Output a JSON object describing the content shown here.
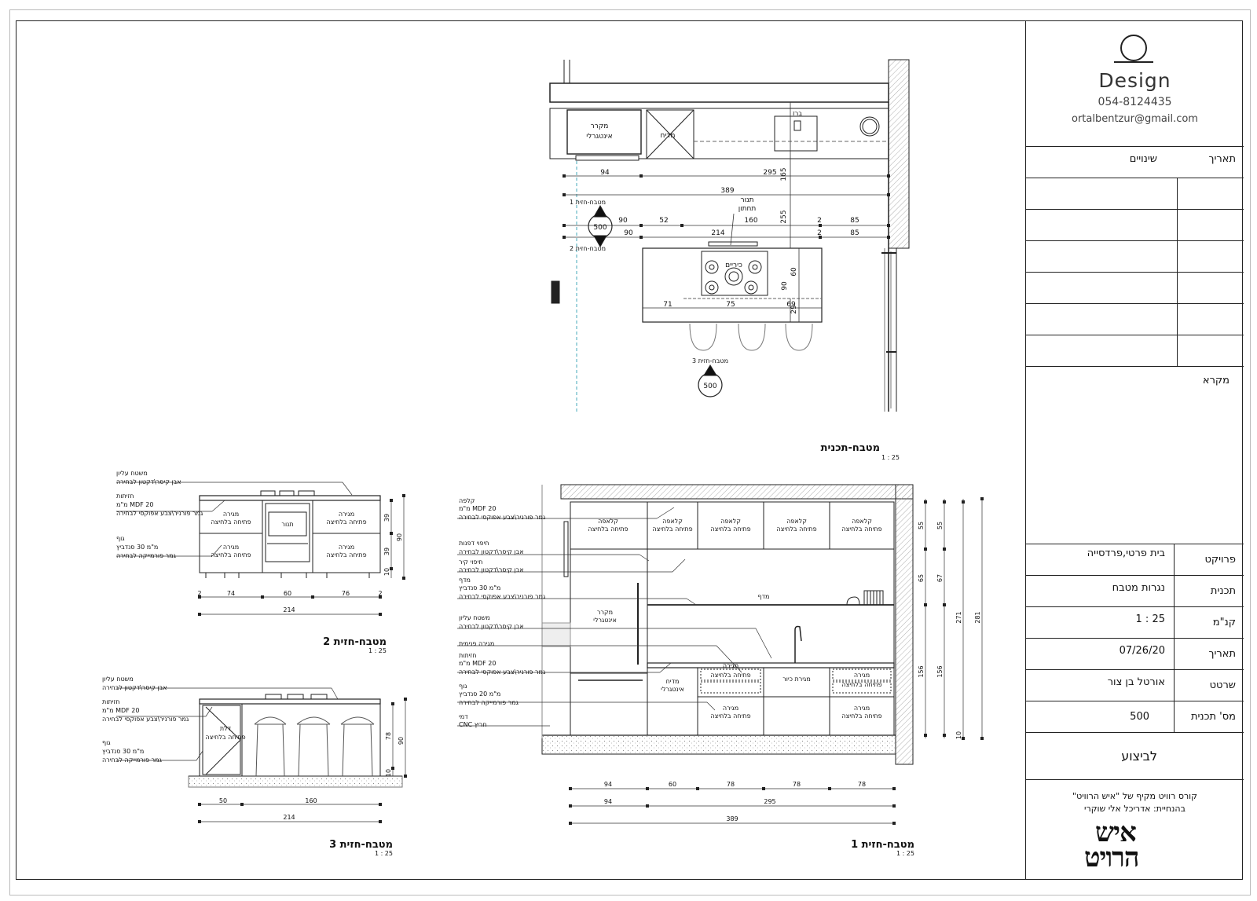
{
  "title_block": {
    "logo_text": "Design",
    "phone": "054-8124435",
    "email": "ortalbentzur@gmail.com",
    "revisions_header": {
      "date": "תאריך",
      "changes": "שינויים"
    },
    "legend_label": "מקרא",
    "rows": [
      {
        "label": "פרויקט",
        "value": "בית פרטי,פרדסייה"
      },
      {
        "label": "תכנית",
        "value": "נגרות מטבח"
      },
      {
        "label": "קנ\"מ",
        "value": "1 : 25"
      },
      {
        "label": "תאריך",
        "value": "07/26/20"
      },
      {
        "label": "שרטט",
        "value": "אורטל בן צור"
      },
      {
        "label": "מס' תכנית",
        "value": "500"
      }
    ],
    "status": "לביצוע",
    "course_line1": "קורס רוויט מקיף של \"איש הרוויט\"",
    "course_line2": "בהנחיית: אדריכל אלי שוקרי",
    "course_logo_1": "איש",
    "course_logo_2": "הרויט"
  },
  "plan": {
    "title": "מטבח-תכנית",
    "scale": "1 : 25",
    "fridge_label_1": "מקרר",
    "fridge_label_2": "אינטגרלי",
    "dishwasher": "מדיח",
    "tap": "ברז",
    "oven_1": "תנור",
    "oven_2": "תחתון",
    "hob": "כיריים",
    "view1_label": "מטבח-חזית 1",
    "view2_label": "מטבח-חזית 2",
    "view3_label": "מטבח-חזית 3",
    "view_marker": "500",
    "dims": {
      "d94": "94",
      "d295": "295",
      "d389": "389",
      "d90a": "90",
      "d52": "52",
      "d160": "160",
      "d2a": "2",
      "d85a": "85",
      "d90b": "90",
      "d214": "214",
      "d2b": "2",
      "d85b": "85",
      "d165": "165",
      "d255": "255",
      "d60": "60",
      "d90c": "90",
      "d71": "71",
      "d75": "75",
      "d69": "69",
      "d29": "29"
    }
  },
  "elev2": {
    "title": "מטבח-חזית 2",
    "scale": "1 : 25",
    "notes": [
      {
        "l1": "משטח עליון",
        "l2": "אבן קיסר\\דקטון לבחירה"
      },
      {
        "l1": "חזיתות",
        "l2": "מ\"מ MDF 20",
        "l3": "גמר פורניר\\צבע אפוקסי לבחירה"
      },
      {
        "l1": "גוף",
        "l2": "מ\"מ 30 סנדביץ",
        "l3": "גמר פורמייקה לבחירה"
      }
    ],
    "drawer1": "מגירה",
    "drawer2": "פתיחה בלחיצה",
    "oven": "תנור",
    "dims": {
      "a": "2",
      "b": "74",
      "c": "60",
      "d": "76",
      "e": "2",
      "total": "214",
      "h39a": "39",
      "h39b": "39",
      "h10": "10",
      "h90": "90"
    }
  },
  "elev3": {
    "title": "מטבח-חזית 3",
    "scale": "1 : 25",
    "notes": [
      {
        "l1": "משטח עליון",
        "l2": "אבן קיסר\\דקטון לבחירה"
      },
      {
        "l1": "חזיתות",
        "l2": "מ\"מ MDF 20",
        "l3": "גמר פורניר\\צבע אפוקסי לבחירה"
      },
      {
        "l1": "גוף",
        "l2": "מ\"מ 30 סנדביץ",
        "l3": "גמר פורמייקה לבחירה"
      }
    ],
    "door1": "דלת",
    "door2": "פתיחה בלחיצה",
    "dims": {
      "a": "50",
      "b": "160",
      "total": "214",
      "h78": "78",
      "h10": "10",
      "h90": "90"
    }
  },
  "elev1": {
    "title": "מטבח-חזית 1",
    "scale": "1 : 25",
    "notes": [
      {
        "l1": "קלפה",
        "l2": "מ\"מ MDF 20",
        "l3": "גמר פורניר\\צבע אפוקסי לבחירה"
      },
      {
        "l1": "חיפוי דפנות",
        "l2": "אבן קיסר\\דקטון לבחירה"
      },
      {
        "l1": "חיפוי קיר",
        "l2": "אבן קיסר\\דקטון לבחירה"
      },
      {
        "l1": "מדף",
        "l2": "מ\"מ 30 סנדביץ",
        "l3": "גמר פורניר\\צבע אפוקסי לבחירה"
      },
      {
        "l1": "משטח עליון",
        "l2": "אבן קיסר\\דקטון לבחירה"
      },
      {
        "l1": "מגירה פנימית"
      },
      {
        "l1": "חזיתות",
        "l2": "מ\"מ MDF 20",
        "l3": "גמר פורניר\\צבע אפוקסי לבחירה"
      },
      {
        "l1": "גוף",
        "l2": "מ\"מ 20 סנדביץ",
        "l3": "גמר פורמייקה לבחירה"
      },
      {
        "l1": "דמי",
        "l2": "CNC חריץ"
      }
    ],
    "flap": "קלאפה",
    "press": "פתיחה בלחיצה",
    "shelf": "מדף",
    "fridge1": "מקרר",
    "fridge2": "אינטגרלי",
    "dish1": "מדיח",
    "dish2": "אינטגרלי",
    "drawer": "מגירה",
    "trash": "מגירת כיור",
    "dims": {
      "a": "94",
      "b": "60",
      "c": "78",
      "d": "78",
      "e": "78",
      "f": "94",
      "g": "295",
      "total": "389",
      "v55a": "55",
      "v65": "65",
      "v156a": "156",
      "v55b": "55",
      "v67": "67",
      "v156b": "156",
      "v271": "271",
      "v281": "281",
      "v10": "10"
    }
  }
}
